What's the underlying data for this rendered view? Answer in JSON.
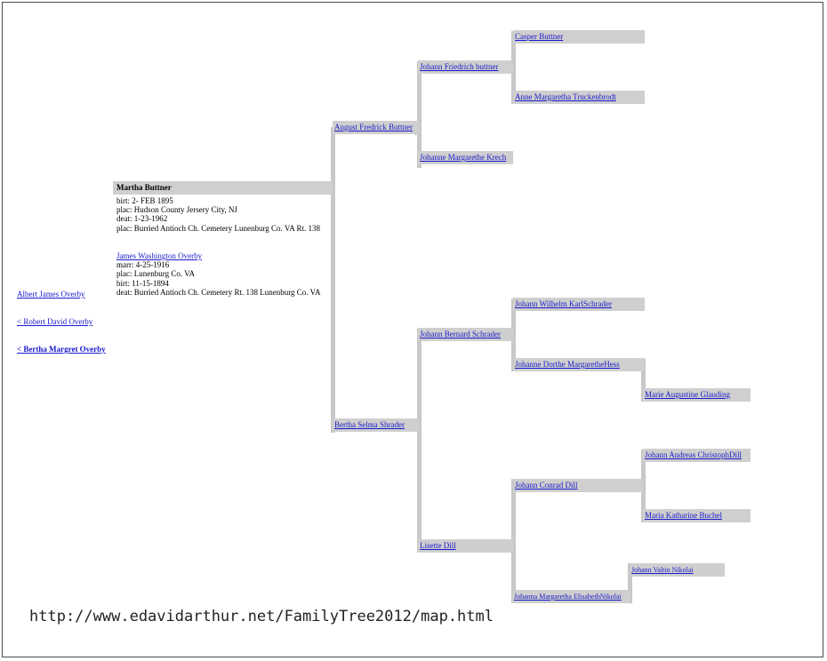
{
  "main_person": {
    "name": "Martha Buttner",
    "details": [
      "birt: 2- FEB 1895",
      "plac: Hudson County Jersery City, NJ",
      "deat: 1-23-1962",
      "plac: Burried Antioch Ch. Cemetery Lunenburg Co. VA Rt. 138"
    ]
  },
  "spouse": {
    "name": "James Washington Overby",
    "details": [
      "marr: 4-25-1916",
      "plac: Lunenburg Co. VA",
      "birt: 11-15-1894",
      "deat: Burried Antioch Ch. Cemetery Rt. 138 Lunenburg Co. VA"
    ]
  },
  "children": [
    {
      "label": "Albert James Overby"
    },
    {
      "label": "< Robert David Overby"
    },
    {
      "label": "< Bertha Margret Overby"
    }
  ],
  "ancestors": {
    "father": "August Fredrick Buttner",
    "mother": "Bertha Selma Shrader",
    "paternal_grandfather": "Johann Friedrich buttner",
    "paternal_grandmother": "Johanne Margarethe Krech",
    "ggf_1": "Casper Buttner",
    "ggm_1": "Anne Margaretha Truckenbrodt",
    "maternal_grandfather": "Johann Bernard Schrader",
    "maternal_grandmother": "Lisette Dill",
    "ggf_3": "Johann Wilhelm KarlSchrader",
    "ggm_3": "Johanne Dorthe MargaretheHess",
    "gggm_3": "Marie Augustine Glauding",
    "ggf_4": "Johann Conrad Dill",
    "ggm_4": "Johanna Margaretha ElisabethNikolai",
    "gggf_4a": "Johann Andreas ChristophDill",
    "gggm_4a": "Maria Katharine Buchel",
    "gggf_4b": "Johann Valtin Nikolai"
  },
  "footer_url": "http://www.edavidarthur.net/FamilyTree2012/map.html"
}
